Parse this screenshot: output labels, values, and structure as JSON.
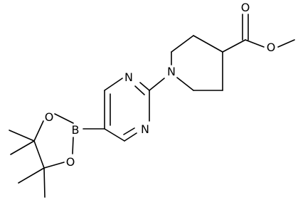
{
  "diagram": {
    "atoms": {
      "n_pip": "N",
      "n_pyr_top": "N",
      "n_pyr_bottom": "N",
      "o_carbonyl": "O",
      "o_ester": "O",
      "b": "B",
      "o_boron_top": "O",
      "o_boron_bottom": "O"
    },
    "colors": {
      "bond": "#000000",
      "label": "#000000",
      "background": "#ffffff"
    }
  }
}
